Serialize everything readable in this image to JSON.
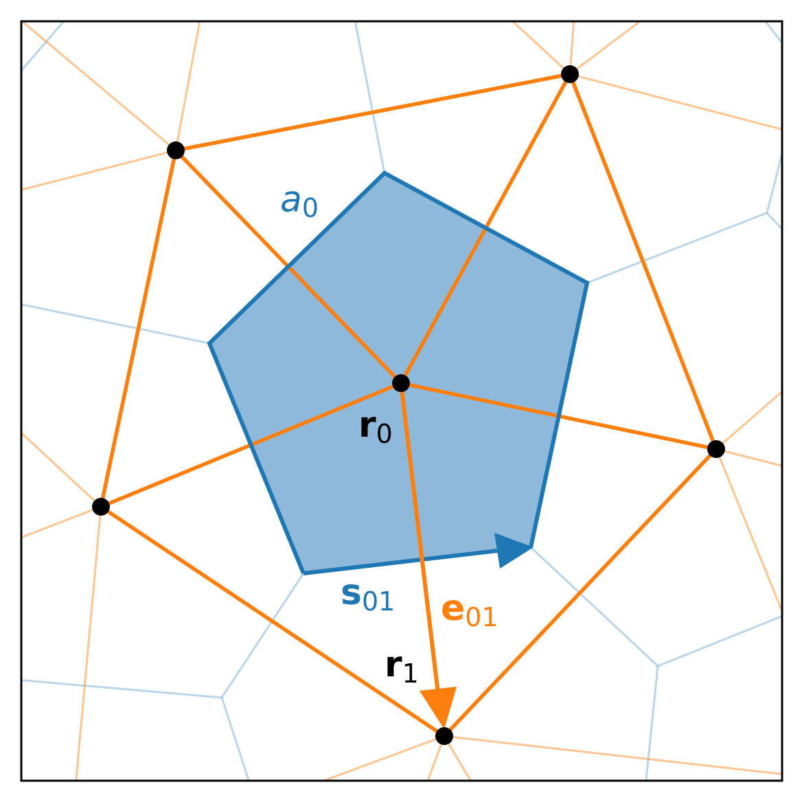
{
  "colors": {
    "voronoi": "#1f77b4",
    "voronoi_fill": "#8fb9da",
    "delaunay": "#ff7f0e",
    "point": "#000000",
    "frame": "#000000"
  },
  "labels": {
    "area": {
      "main": "a",
      "sub": "0"
    },
    "r0": {
      "main": "r",
      "sub": "0"
    },
    "r1": {
      "main": "r",
      "sub": "1"
    },
    "s01": {
      "main": "s",
      "sub": "01"
    },
    "e01": {
      "main": "e",
      "sub": "01"
    }
  }
}
